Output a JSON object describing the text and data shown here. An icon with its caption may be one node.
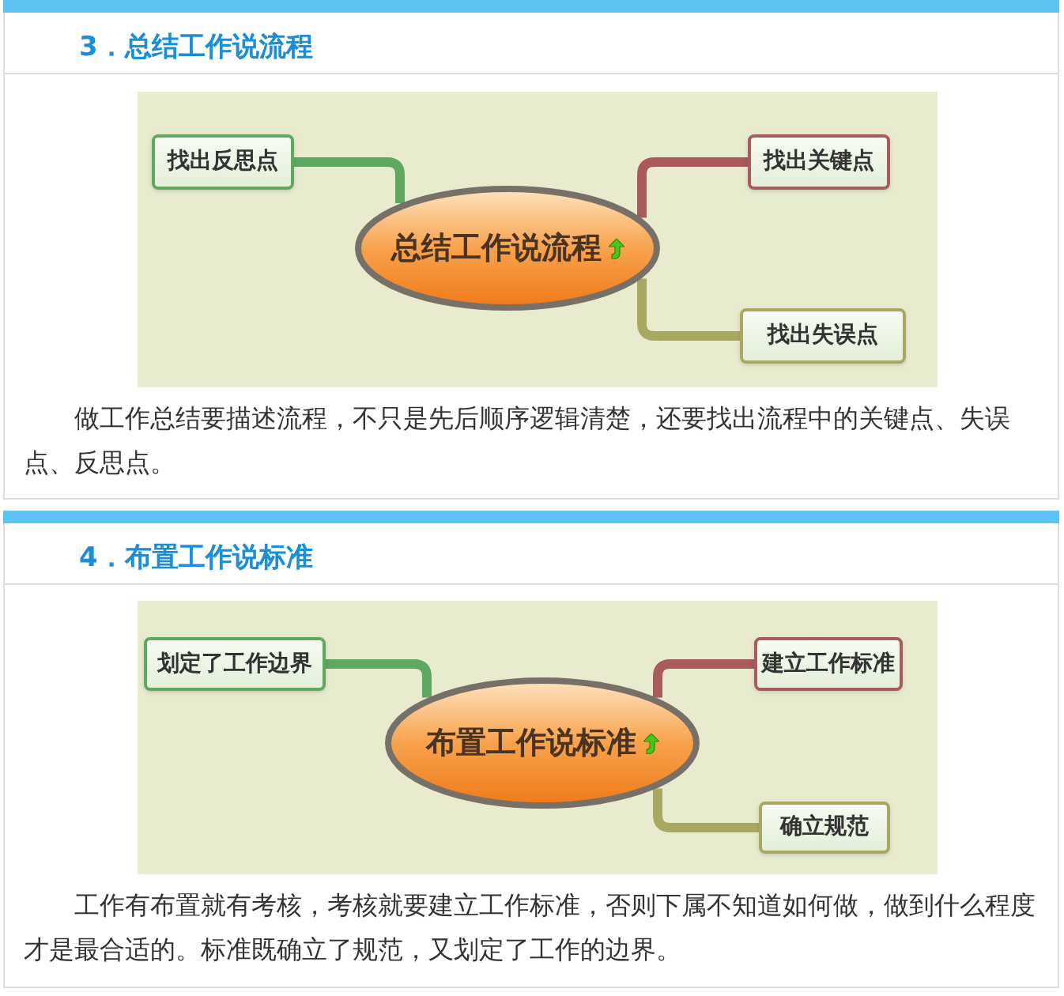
{
  "diagram": {
    "nodes": [
      {
        "text": [
          "总结工作说流程"
        ]
      },
      {
        "text": [
          "找出反思点"
        ]
      },
      {
        "text": [
          "找出关键点"
        ]
      },
      {
        "text": [
          "找出失误点"
        ]
      },
      {
        "text": [
          "布置工作说标准"
        ]
      },
      {
        "text": [
          "划定了工作边界"
        ]
      },
      {
        "text": [
          "建立工作标准"
        ]
      },
      {
        "text": [
          "确立规范"
        ]
      }
    ],
    "edges": [
      {
        "from": 0,
        "to": 1,
        "arrow": "none",
        "color": "#5ea862"
      },
      {
        "from": 0,
        "to": 2,
        "arrow": "none",
        "color": "#a85a5c"
      },
      {
        "from": 0,
        "to": 3,
        "arrow": "none",
        "color": "#a9a862"
      },
      {
        "from": 4,
        "to": 5,
        "arrow": "none",
        "color": "#5ea862"
      },
      {
        "from": 4,
        "to": 6,
        "arrow": "none",
        "color": "#a85a5c"
      },
      {
        "from": 4,
        "to": 7,
        "arrow": "none",
        "color": "#a9a862"
      }
    ],
    "labels": [
      "3．总结工作说流程",
      "做工作总结要描述流程，不只是先后顺序逻辑清楚，还要找出流程中的关键点、失误点、反思点。",
      "4．布置工作说标准",
      "工作有布置就有考核，考核就要建立工作标准，否则下属不知道如何做，做到什么程度才是最合适的。标准既确立了规范，又划定了工作的边界。"
    ]
  }
}
